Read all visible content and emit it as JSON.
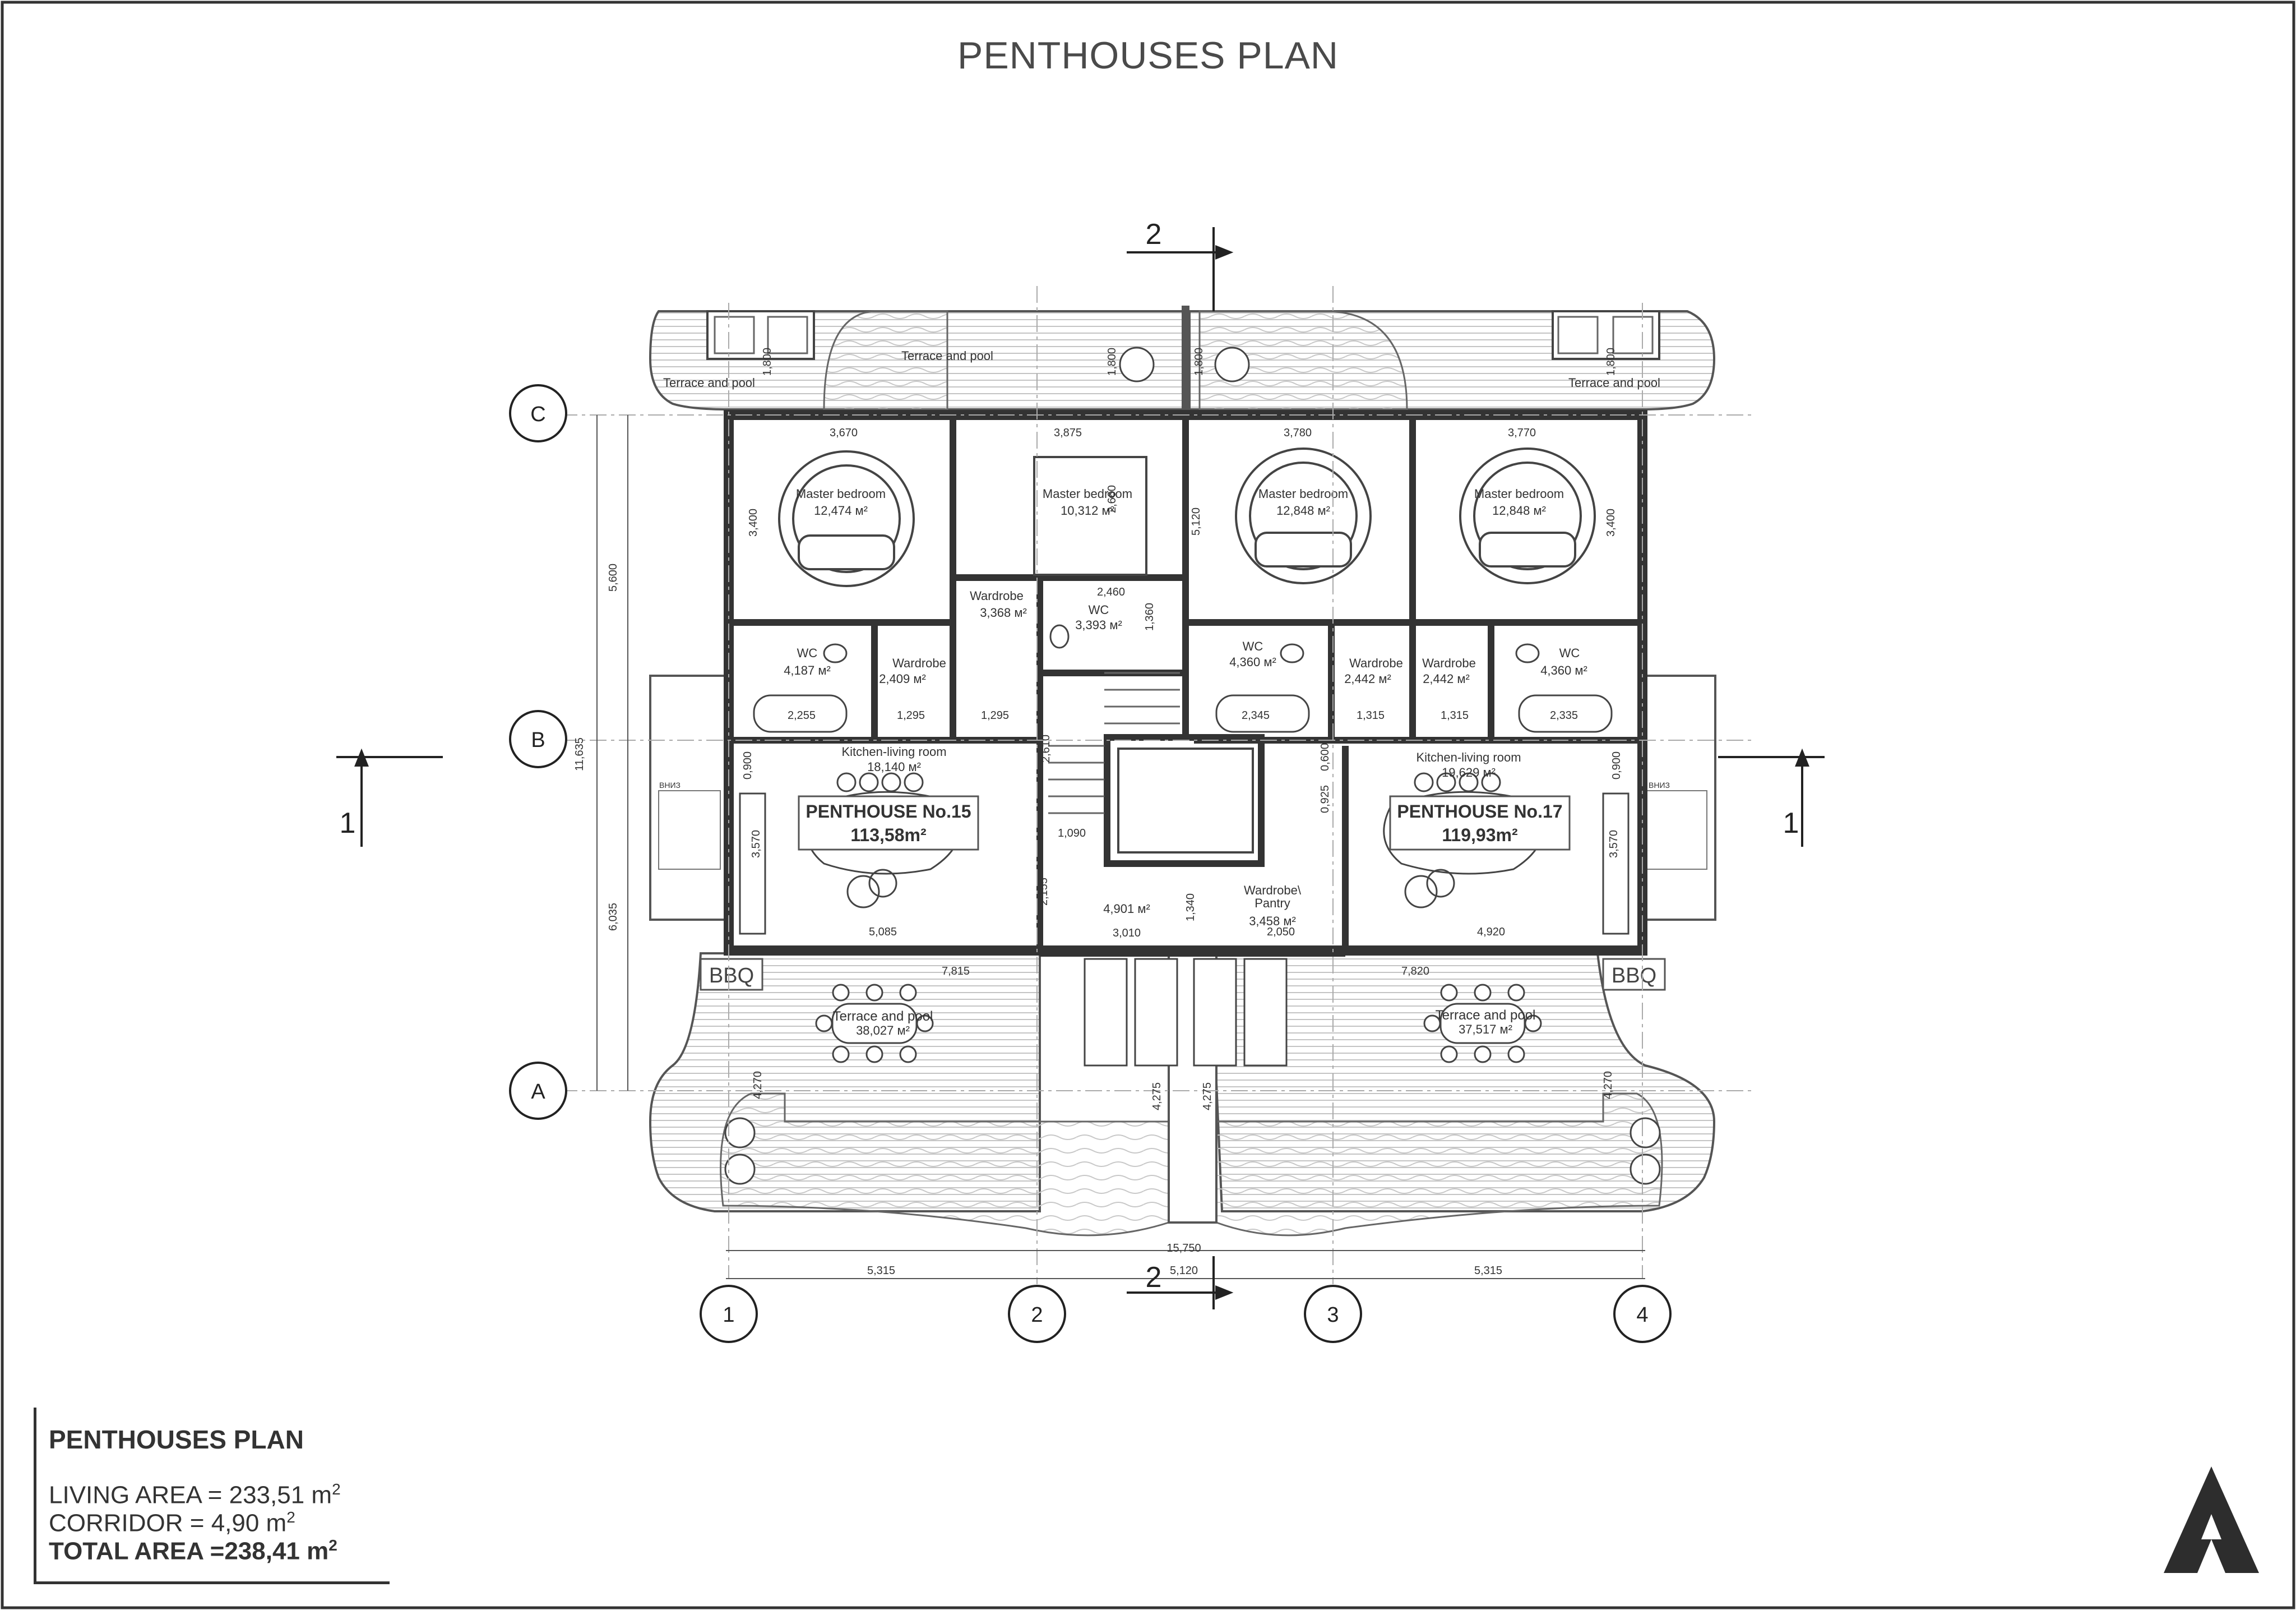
{
  "title": "PENTHOUSES PLAN",
  "axes": {
    "rows": [
      "A",
      "B",
      "C"
    ],
    "cols": [
      "1",
      "2",
      "3",
      "4"
    ]
  },
  "sections": [
    "1",
    "2"
  ],
  "units": [
    {
      "name": "PENTHOUSE No.15",
      "area": "113,58m²"
    },
    {
      "name": "PENTHOUSE  No.17",
      "area": "119,93m²"
    }
  ],
  "rooms": {
    "mb1": {
      "name": "Master bedroom",
      "area": "12,474 м²"
    },
    "mb2": {
      "name": "Master bedroom",
      "area": "10,312 м²"
    },
    "mb3": {
      "name": "Master bedroom",
      "area": "12,848 м²"
    },
    "mb4": {
      "name": "Master bedroom",
      "area": "12,848 м²"
    },
    "wc1": {
      "name": "WC",
      "area": "4,187 м²"
    },
    "wc2": {
      "name": "WC",
      "area": "3,393 м²"
    },
    "wc3": {
      "name": "WC",
      "area": "4,360 м²"
    },
    "wc4": {
      "name": "WC",
      "area": "4,360 м²"
    },
    "wr1": {
      "name": "Wardrobe",
      "area": "2,409 м²"
    },
    "wr2": {
      "name": "Wardrobe",
      "area": "3,368 м²"
    },
    "wr3": {
      "name": "Wardrobe",
      "area": "2,442 м²"
    },
    "wr4": {
      "name": "Wardrobe",
      "area": "2,442 м²"
    },
    "kl1": {
      "name": "Kitchen-living room",
      "area": "18,140 м²"
    },
    "kl2": {
      "name": "Kitchen-living room",
      "area": "19,629 м²"
    },
    "corr": {
      "area": "4,901 м²"
    },
    "pantry": {
      "name1": "Wardrobe\\",
      "name2": "Pantry",
      "area": "3,458 м²"
    },
    "tp_small": "Terrace and pool",
    "tp_left": {
      "name": "Terrace and pool",
      "area": "38,027 м²"
    },
    "tp_right": {
      "name": "Terrace and pool",
      "area": "37,517 м²"
    },
    "bbq": "BBQ",
    "stair_down": "ВНИЗ"
  },
  "dims": {
    "d3670": "3,670",
    "d3875": "3,875",
    "d3780": "3,780",
    "d3770": "3,770",
    "d3400": "3,400",
    "d2660": "2,660",
    "d5120v": "5,120",
    "d3400b": "3,400",
    "d2460": "2,460",
    "d1360": "1,360",
    "d2255": "2,255",
    "d1295a": "1,295",
    "d1295b": "1,295",
    "d2345": "2,345",
    "d1315a": "1,315",
    "d1315b": "1,315",
    "d2335": "2,335",
    "d1800a": "1,800",
    "d1800b": "1,800",
    "d1800c": "1,800",
    "d1800d": "1,800",
    "d0900a": "0,900",
    "d0900b": "0,900",
    "d3570a": "3,570",
    "d3570b": "3,570",
    "d5085": "5,085",
    "d4920": "4,920",
    "d7815": "7,815",
    "d7820": "7,820",
    "d3010": "3,010",
    "d2050": "2,050",
    "d1090": "1,090",
    "d2155": "2,155",
    "d2610": "2,610",
    "d0600": "0,600",
    "d0925": "0,925",
    "d1340": "1,340",
    "d5600": "5,600",
    "d6035": "6,035",
    "d11635": "11,635",
    "d4270a": "4,270",
    "d4270b": "4,270",
    "d4275a": "4,275",
    "d4275b": "4,275",
    "d15750": "15,750",
    "d5315a": "5,315",
    "d5120": "5,120",
    "d5315b": "5,315"
  },
  "summary": {
    "title": "PENTHOUSES PLAN",
    "living_label": "LIVING AREA = 233,51 m",
    "corridor_label": "CORRIDOR = 4,90 m",
    "total_label": "TOTAL AREA =238,41 m",
    "sq": "2"
  }
}
